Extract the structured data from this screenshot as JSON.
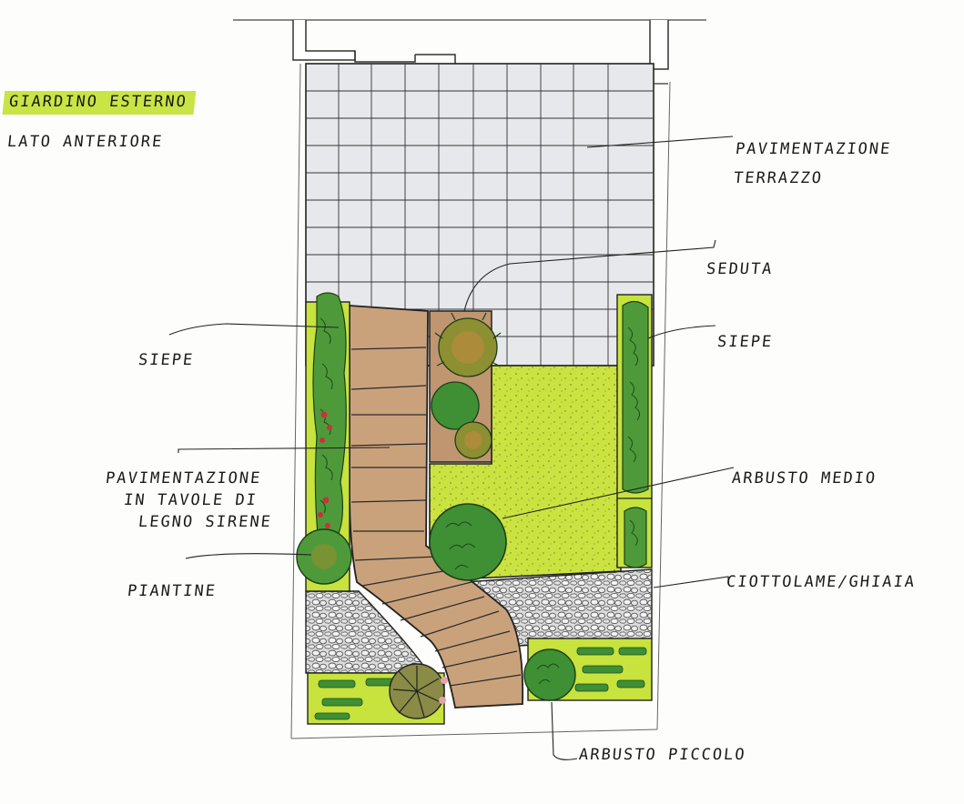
{
  "title": {
    "line1": "Giardino esterno",
    "line2": "lato anteriore",
    "highlight_color": "#c9e445"
  },
  "labels": {
    "pavimentazione_terrazzo_1": "Pavimentazione",
    "pavimentazione_terrazzo_2": "terrazzo",
    "seduta": "Seduta",
    "siepe_left": "Siepe",
    "siepe_right": "Siepe",
    "arbusto_medio": "Arbusto medio",
    "pavimentazione_legno_1": "Pavimentazione",
    "pavimentazione_legno_2": "in tavole di",
    "pavimentazione_legno_3": "legno sirene",
    "piantine": "Piantine",
    "ciottolame": "Ciottolame/ghiaia",
    "arbusto_piccolo": "Arbusto piccolo"
  },
  "colors": {
    "terrace": "#e6e7ea",
    "lawn": "#c8e23e",
    "wood": "#c9a27c",
    "hedge": "#4e9a3a",
    "gravel": "#d8d8d8",
    "ink": "#1a1a1a"
  }
}
